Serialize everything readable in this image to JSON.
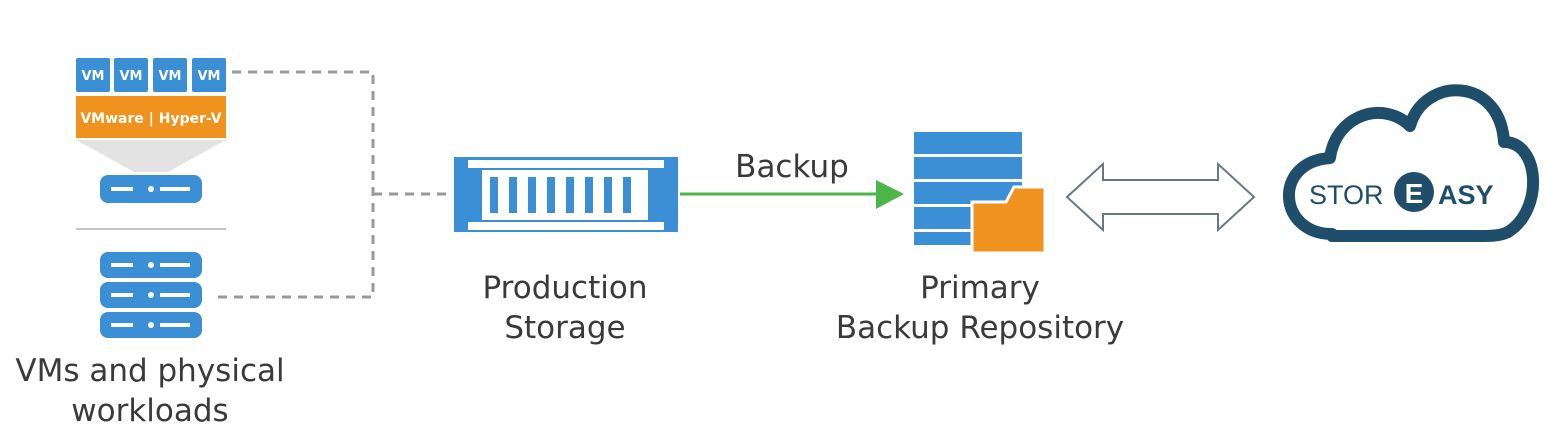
{
  "diagram": {
    "vm_labels": [
      "VM",
      "VM",
      "VM",
      "VM"
    ],
    "hypervisor_label": "VMware | Hyper-V",
    "source_label": [
      "VMs and physical",
      "workloads"
    ],
    "production_label": [
      "Production",
      "Storage"
    ],
    "backup_arrow_label": "Backup",
    "repository_label": [
      "Primary",
      "Backup Repository"
    ],
    "cloud_logo_text": "STOREASY",
    "colors": {
      "blue": "#3b8fd4",
      "orange": "#f0931e",
      "green": "#4cb648",
      "cloud_border": "#1f4e6a",
      "text": "#3a3a3a",
      "dashed": "#9a9a9a"
    }
  }
}
